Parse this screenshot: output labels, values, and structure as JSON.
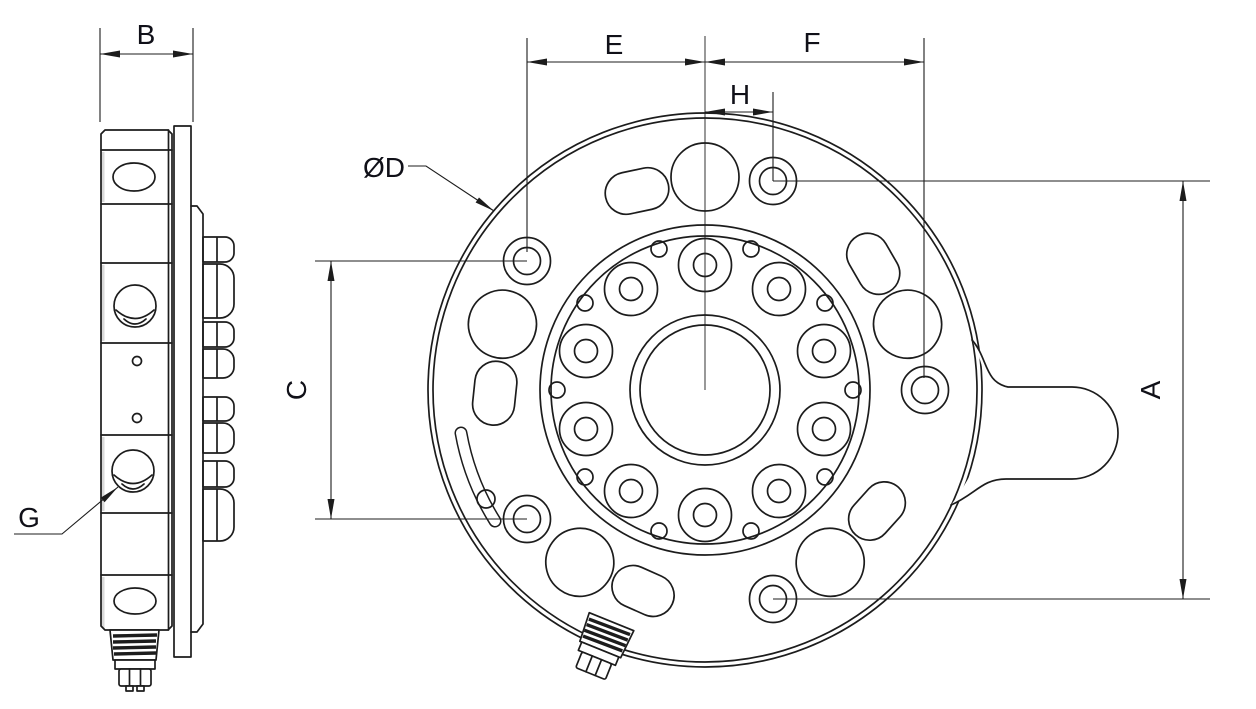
{
  "drawing": {
    "background": "#ffffff",
    "line_color": "#1c1c1c",
    "label_color": "#101018",
    "labels": {
      "a": "A",
      "b": "B",
      "c": "C",
      "d": "ØD",
      "e": "E",
      "f": "F",
      "g": "G",
      "h": "H"
    }
  }
}
